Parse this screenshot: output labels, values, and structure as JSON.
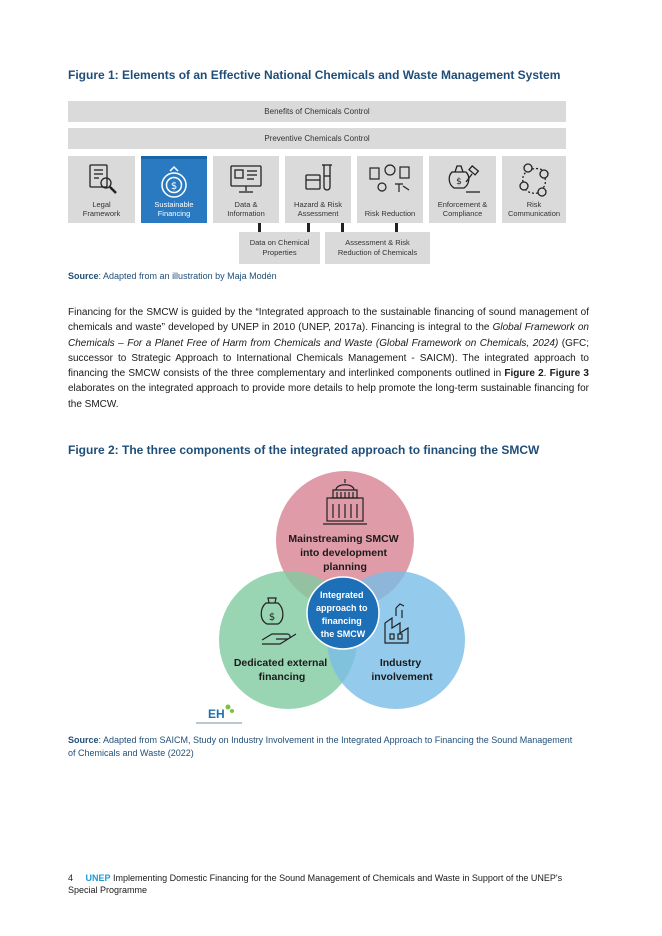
{
  "figure1": {
    "title": "Figure 1: Elements of an Effective National Chemicals and Waste Management System",
    "top_bar": "Benefits of Chemicals Control",
    "second_bar": "Preventive Chemicals Control",
    "elements": [
      {
        "label": "Legal\nFramework",
        "icon": "legal-document-icon",
        "highlighted": false
      },
      {
        "label": "Sustainable\nFinancing",
        "icon": "money-bag-icon",
        "highlighted": true
      },
      {
        "label": "Data &\nInformation",
        "icon": "computer-data-icon",
        "highlighted": false
      },
      {
        "label": "Hazard & Risk\nAssessment",
        "icon": "lab-test-tube-icon",
        "highlighted": false
      },
      {
        "label": "Risk Reduction",
        "icon": "risk-reduction-icon",
        "highlighted": false
      },
      {
        "label": "Enforcement &\nCompliance",
        "icon": "gavel-icon",
        "highlighted": false
      },
      {
        "label": "Risk\nCommunication",
        "icon": "people-network-icon",
        "highlighted": false
      }
    ],
    "sub_boxes": [
      {
        "label": "Data on Chemical\nProperties"
      },
      {
        "label": "Assessment & Risk\nReduction of Chemicals"
      }
    ],
    "source_label": "Source",
    "source_text": ": Adapted from an illustration by Maja Modén"
  },
  "paragraph": {
    "t1": "Financing for the SMCW is guided by the “Integrated approach to the sustainable financing of sound management of chemicals and waste” developed by UNEP in 2010 (UNEP, 2017a). Financing is integral to the ",
    "italic": "Global Framework on Chemicals – For a Planet Free of Harm from Chemicals and Waste (Global Framework on Chemicals, 2024)",
    "t2": " (GFC; successor to Strategic Approach to International Chemicals Management - SAICM). The integrated approach to financing the SMCW consists of the three complementary and interlinked components outlined in ",
    "ref1": "Figure 2",
    "t3": ". ",
    "ref2": "Figure 3",
    "t4": " elaborates on the integrated approach to provide more details to help promote the long-term sustainable financing for the SMCW."
  },
  "figure2": {
    "title": "Figure 2: The three components of the integrated approach to financing the SMCW",
    "top_circle": [
      "Mainstreaming SMCW",
      "into development",
      "planning"
    ],
    "left_circle": [
      "Dedicated external",
      "financing"
    ],
    "right_circle": [
      "Industry",
      "involvement"
    ],
    "center": [
      "Integrated",
      "approach to",
      "financing",
      "the SMCW"
    ],
    "colors": {
      "top": "#d98a98",
      "left": "#7fcba0",
      "right": "#79bde6",
      "center": "#1d6fb8"
    },
    "logo_text": "EH",
    "source_label": "Source",
    "source_text": ": Adapted from SAICM, Study on Industry Involvement in the Integrated Approach to Financing the Sound Management of Chemicals and Waste (2022)"
  },
  "footer": {
    "page_number": "4",
    "org": "UNEP",
    "text": " Implementing Domestic Financing for the Sound Management of Chemicals and Waste in Support of the UNEP's Special Programme"
  }
}
